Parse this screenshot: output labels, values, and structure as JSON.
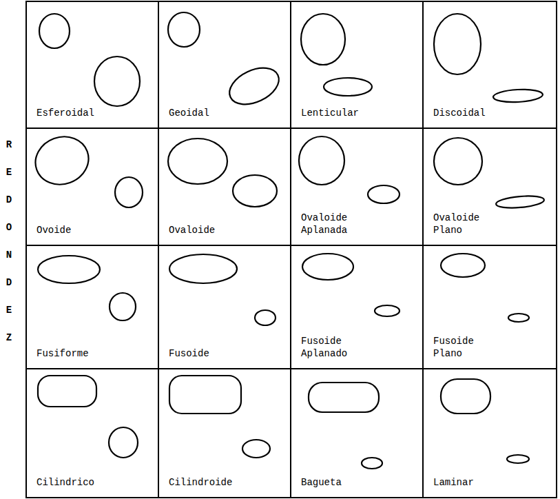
{
  "diagram": {
    "nodes": [
      {
        "text": [
          "Esferoidal"
        ]
      },
      {
        "text": [
          "Geoidal"
        ]
      },
      {
        "text": [
          "Lenticular"
        ]
      },
      {
        "text": [
          "Discoidal"
        ]
      },
      {
        "text": [
          "Ovoide"
        ]
      },
      {
        "text": [
          "Ovaloide"
        ]
      },
      {
        "text": [
          "Ovaloide Aplanada"
        ]
      },
      {
        "text": [
          "Ovaloide Plano"
        ]
      },
      {
        "text": [
          "Fusiforme"
        ]
      },
      {
        "text": [
          "Fusoide"
        ]
      },
      {
        "text": [
          "Fusoide Aplanado"
        ]
      },
      {
        "text": [
          "Fusoide Plano"
        ]
      },
      {
        "text": [
          "Cilindrico"
        ]
      },
      {
        "text": [
          "Cilindroide"
        ]
      },
      {
        "text": [
          "Bagueta"
        ]
      },
      {
        "text": [
          "Laminar"
        ]
      }
    ],
    "labels": [
      "REDONDEZ"
    ]
  }
}
